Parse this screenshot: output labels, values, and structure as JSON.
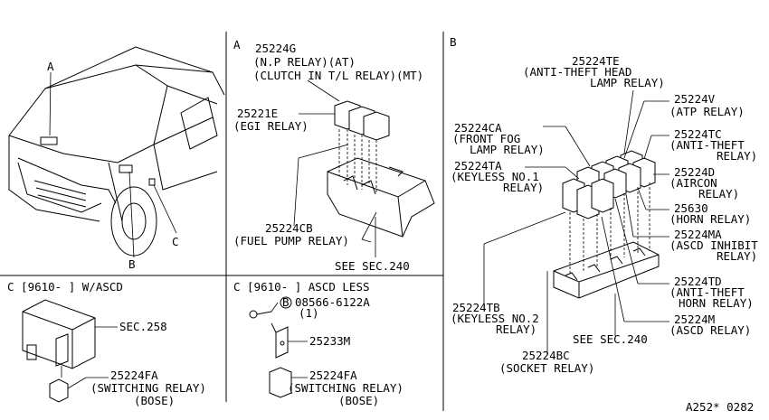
{
  "sections": {
    "a": "A",
    "b": "B",
    "c1": "C [9610-     ] W/ASCD",
    "c2": "C [9610-     ] ASCD LESS"
  },
  "vehicle": {
    "label_a": "A",
    "label_b": "B",
    "label_c": "C"
  },
  "section_a": {
    "np_relay": [
      "25224G",
      "(N.P RELAY)(AT)",
      "(CLUTCH IN T/L RELAY)(MT)"
    ],
    "egi_relay": [
      "25221E",
      "(EGI RELAY)"
    ],
    "fuel_pump": [
      "25224CB",
      "(FUEL PUMP RELAY)"
    ],
    "see_sec": "SEE SEC.240"
  },
  "section_b": {
    "antitheft_head": [
      "25224TE",
      "(ANTI-THEFT HEAD",
      "LAMP RELAY)"
    ],
    "front_fog": [
      "25224CA",
      "(FRONT FOG",
      "LAMP RELAY)"
    ],
    "keyless1": [
      "25224TA",
      "(KEYLESS NO.1",
      "RELAY)"
    ],
    "atp": [
      "25224V",
      "(ATP RELAY)"
    ],
    "antitheft": [
      "25224TC",
      "(ANTI-THEFT",
      "RELAY)"
    ],
    "aircon": [
      "25224D",
      "(AIRCON",
      "RELAY)"
    ],
    "horn": [
      "25630",
      "(HORN RELAY)"
    ],
    "ascd_inhibit": [
      "25224MA",
      "(ASCD INHIBIT",
      "RELAY)"
    ],
    "antitheft_horn": [
      "25224TD",
      "(ANTI-THEFT",
      "HORN RELAY)"
    ],
    "ascd": [
      "25224M",
      "(ASCD RELAY)"
    ],
    "keyless2": [
      "25224TB",
      "(KEYLESS NO.2",
      "RELAY)"
    ],
    "see_sec": "SEE SEC.240",
    "socket": [
      "25224BC",
      "(SOCKET RELAY)"
    ]
  },
  "section_c1": {
    "sec258": "SEC.258",
    "switching": [
      "25224FA",
      "(SWITCHING RELAY)",
      "(BOSE)"
    ]
  },
  "section_c2": {
    "bolt": [
      "08566-6122A",
      "(1)"
    ],
    "bolt_prefix": "B",
    "bracket": "25233M",
    "switching": [
      "25224FA",
      "(SWITCHING RELAY)",
      "(BOSE)"
    ]
  },
  "diagram_code": "A252* 0282"
}
